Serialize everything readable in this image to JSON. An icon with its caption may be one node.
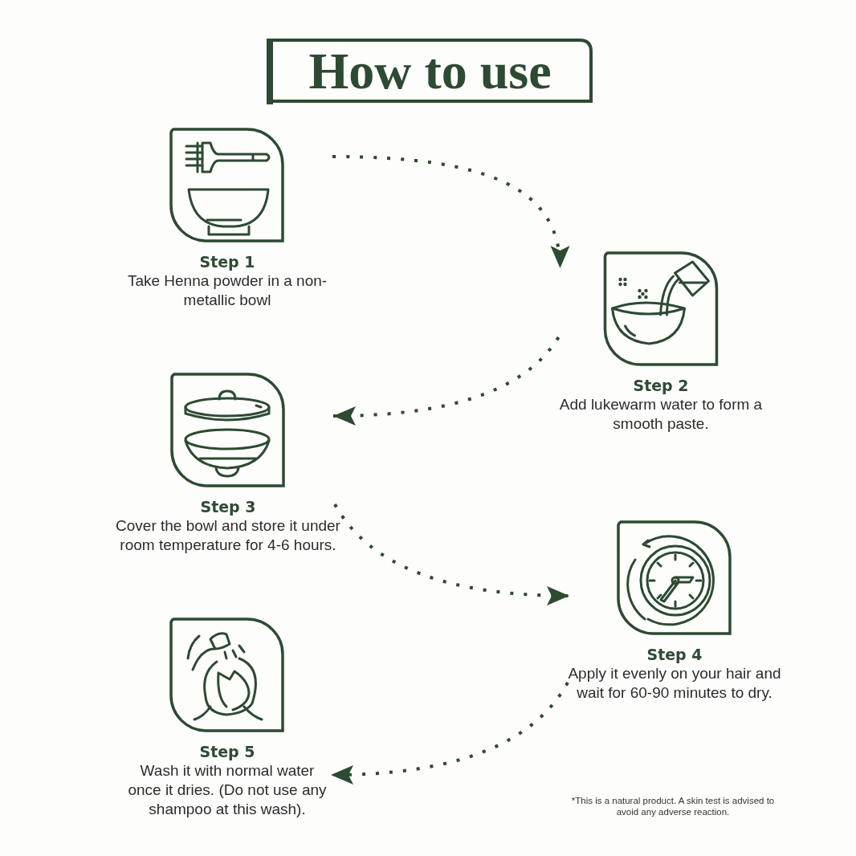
{
  "diagram": {
    "title": "How to use",
    "nodes": [
      {
        "text": [
          "Step 1",
          "Take Henna powder in a non-metallic bowl"
        ]
      },
      {
        "text": [
          "Step 2",
          "Add lukewarm water to form a smooth paste."
        ]
      },
      {
        "text": [
          "Step 3",
          "Cover the bowl and store it under room temperature for 4-6 hours."
        ]
      },
      {
        "text": [
          "Step 4",
          "Apply it evenly on your hair and wait for 60-90 minutes to dry."
        ]
      },
      {
        "text": [
          "Step 5",
          "Wash it with normal water once it dries. (Do not use any shampoo at this wash)."
        ]
      }
    ],
    "edges": [
      {
        "from": 0,
        "to": 1,
        "arrow": "to"
      },
      {
        "from": 1,
        "to": 2,
        "arrow": "to"
      },
      {
        "from": 2,
        "to": 3,
        "arrow": "to"
      },
      {
        "from": 3,
        "to": 4,
        "arrow": "to"
      }
    ],
    "labels": [
      "*This is a natural product. A skin test is advised to avoid any adverse reaction."
    ]
  }
}
